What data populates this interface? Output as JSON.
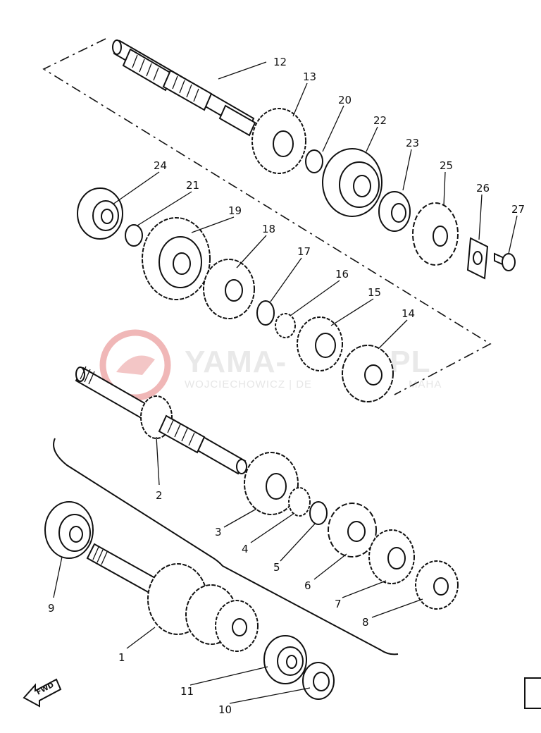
{
  "watermark": {
    "brand": "YAMA-",
    "brand_tail": ".PL",
    "subtitle_left": "WOJCIECHOWICZ | DE",
    "subtitle_right": "MAHA",
    "logo_color": "#f0b7b7"
  },
  "fwd_label": "FWD",
  "part_labels": {
    "p1": "1",
    "p2": "2",
    "p3": "3",
    "p4": "4",
    "p5": "5",
    "p6": "6",
    "p7": "7",
    "p8": "8",
    "p9": "9",
    "p10": "10",
    "p11": "11",
    "p12": "12",
    "p13": "13",
    "p14": "14",
    "p15": "15",
    "p16": "16",
    "p17": "17",
    "p18": "18",
    "p19": "19",
    "p20": "20",
    "p21": "21",
    "p22": "22",
    "p23": "23",
    "p24": "24",
    "p25": "25",
    "p26": "26",
    "p27": "27"
  },
  "colors": {
    "ink": "#111111",
    "background": "#ffffff"
  }
}
